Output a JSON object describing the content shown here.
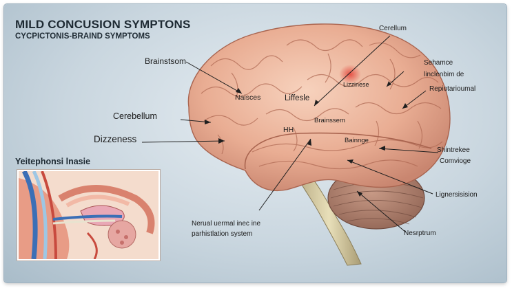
{
  "diagram": {
    "title": "MILD CONCUSION SYMPTONS",
    "subtitle": "CYCPICTONIS-BRAIND SYMPTOMS",
    "inset_title": "Yeitephonsi lnasie",
    "labels": {
      "brainstsom": "Brainstsom",
      "naisces": "Naisces",
      "liffesle": "Liffesle",
      "cerebellum_left": "Cerebellum",
      "dizzeness": "Dizzeness",
      "hh": "HH",
      "brainssem": "Brainssem",
      "lizzinese": "Lizzinese",
      "bainnge": "Bainnge",
      "cerellum": "Cerellum",
      "sehamce": "Sehamce",
      "linclenbim": "linclenbim de",
      "repiotarioumal": "Repiotarioumal",
      "shintrekee": "Shintrekee",
      "comvioge": "Comvioge",
      "lignersisision": "Lignersisision",
      "nesrptrum": "Nesrptrum",
      "nerual_line1": "Nerual uermal inec ine",
      "nerual_line2": "parhistlation system"
    }
  }
}
